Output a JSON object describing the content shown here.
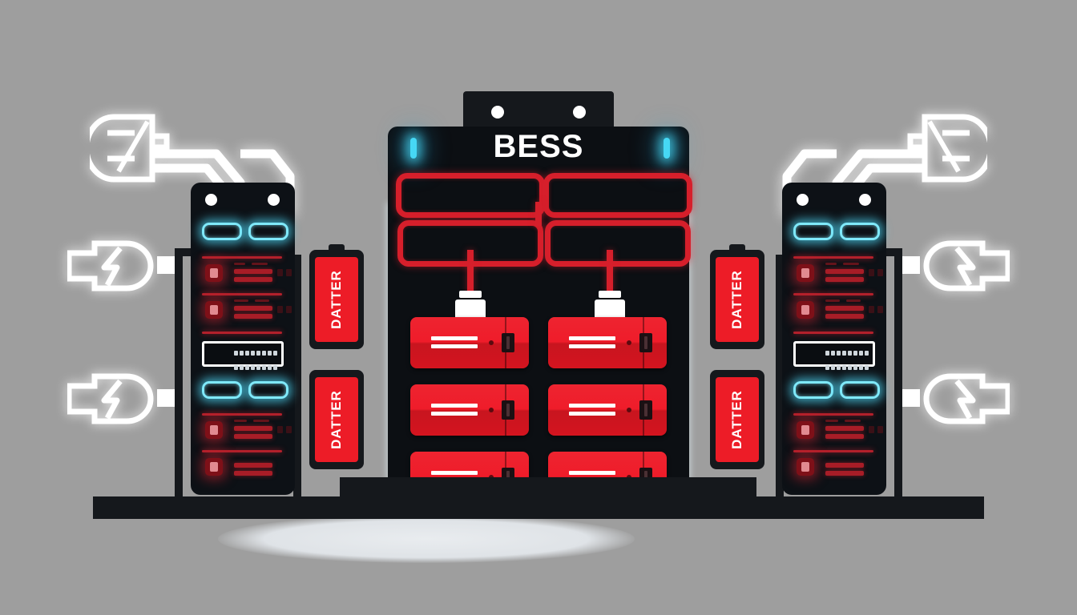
{
  "scene": {
    "title": "BESS",
    "background_color": "#9e9e9e",
    "accent_red": "#ed1c27",
    "accent_cyan": "#7fe9fb",
    "chassis_dark": "#0d1116",
    "base_color": "#15181c",
    "shadow_color": "#e3e7eb"
  },
  "center_unit": {
    "name": "bess-cabinet",
    "title": "BESS",
    "led_left": "cyan-status-led",
    "led_right": "cyan-status-led",
    "bolts": [
      "bolt-left",
      "bolt-right"
    ],
    "pipes": [
      "pipe-top-left",
      "pipe-top-right",
      "pipe-mid-left",
      "pipe-mid-right"
    ],
    "connectors": [
      "connector-left",
      "connector-right"
    ],
    "modules": [
      {
        "label": "battery-module",
        "row": 1,
        "col": 1
      },
      {
        "label": "battery-module",
        "row": 1,
        "col": 2
      },
      {
        "label": "battery-module",
        "row": 2,
        "col": 1
      },
      {
        "label": "battery-module",
        "row": 2,
        "col": 2
      },
      {
        "label": "battery-module",
        "row": 3,
        "col": 1
      },
      {
        "label": "battery-module",
        "row": 3,
        "col": 2
      }
    ]
  },
  "racks": [
    {
      "side": "left",
      "name": "left-equipment-rack",
      "bolts": 2,
      "led_rows": 2,
      "keyboard_strip": "rack-keypad-strip",
      "service_rows": 4
    },
    {
      "side": "right",
      "name": "right-equipment-rack",
      "bolts": 2,
      "led_rows": 2,
      "keyboard_strip": "rack-keypad-strip",
      "service_rows": 4
    }
  ],
  "batteries": [
    {
      "id": "battery-left-upper",
      "label": "DATTER"
    },
    {
      "id": "battery-left-lower",
      "label": "DATTER"
    },
    {
      "id": "battery-right-upper",
      "label": "DATTER"
    },
    {
      "id": "battery-right-lower",
      "label": "DATTER"
    }
  ],
  "connectors": {
    "top_left_plug": "power-plug-head-icon",
    "top_right_plug": "power-plug-head-icon",
    "left_sockets": [
      "charging-plug-icon",
      "charging-plug-icon"
    ],
    "right_sockets": [
      "charging-plug-icon",
      "charging-plug-icon"
    ]
  }
}
